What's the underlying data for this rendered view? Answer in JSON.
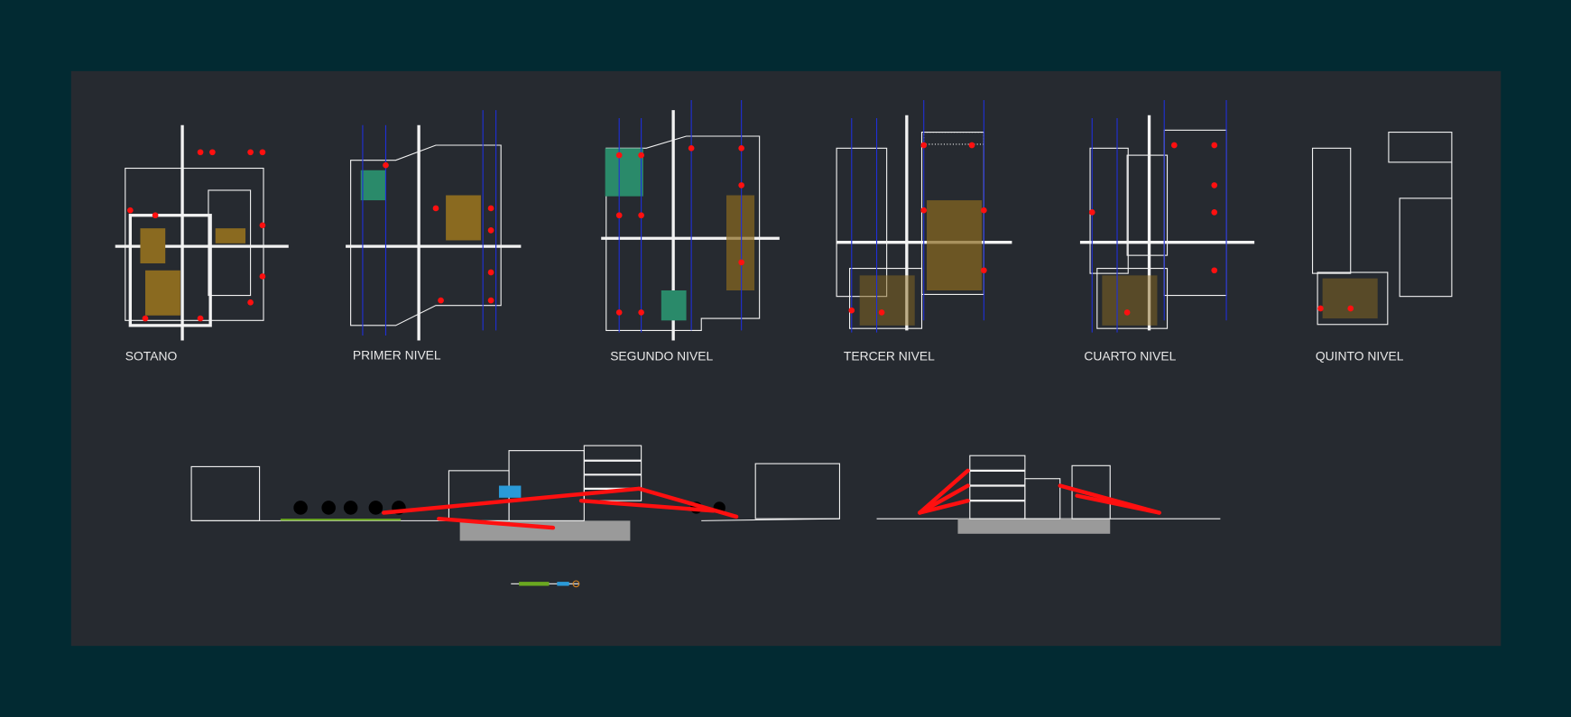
{
  "drawing": {
    "plan_labels": [
      "SOTANO",
      "PRIMER NIVEL",
      "SEGUNDO NIVEL",
      "TERCER NIVEL",
      "CUARTO NIVEL",
      "QUINTO NIVEL"
    ]
  },
  "colors": {
    "outer_background": "#022a32",
    "model_space": "#262a30",
    "lines": "#f2f2f2",
    "axes": "#1f2fd8",
    "markers": "#ff1010",
    "furniture": "#8a6a20",
    "planting": "#2a8a6a"
  }
}
